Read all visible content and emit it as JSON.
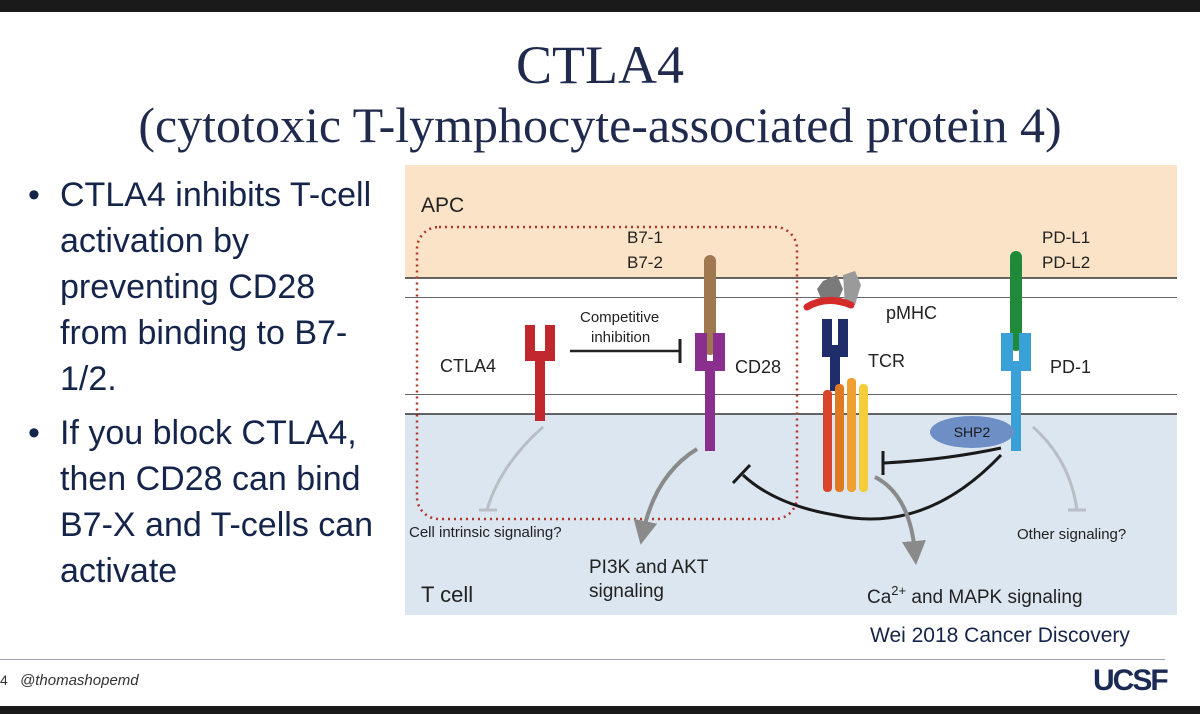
{
  "title": {
    "line1": "CTLA4",
    "line2": "(cytotoxic T-lymphocyte-associated protein 4)"
  },
  "bullets": [
    {
      "symbol": "•",
      "text": "CTLA4 inhibits T-cell activation by preventing CD28 from binding to B7-1/2."
    },
    {
      "symbol": "•",
      "text": "If you block CTLA4, then CD28 can bind B7-X and T-cells can activate"
    }
  ],
  "diagram": {
    "apc_label": "APC",
    "tcell_label": "T cell",
    "b7_line1": "B7-1",
    "b7_line2": "B7-2",
    "pdl_line1": "PD-L1",
    "pdl_line2": "PD-L2",
    "competitive_line1": "Competitive",
    "competitive_line2": "inhibition",
    "ctla4": "CTLA4",
    "cd28": "CD28",
    "pmhc": "pMHC",
    "tcr": "TCR",
    "pd1": "PD-1",
    "shp2": "SHP2",
    "cell_intrinsic": "Cell intrinsic signaling?",
    "pi3k_line1": "PI3K and AKT",
    "pi3k_line2": "signaling",
    "ca_base": "Ca",
    "ca_sup": "2+",
    "ca_rest": " and MAPK signaling",
    "other_signaling": "Other signaling?",
    "colors": {
      "apc_bg": "#fbe3c7",
      "tcell_bg": "#dbe6f0",
      "ctla4": "#c0282d",
      "cd28": "#8b2f8f",
      "b7": "#a07850",
      "tcr": "#1f2d6b",
      "pd1": "#3aa0d8",
      "pdl": "#1f8a3a",
      "shp2": "#6e8fc6",
      "dotted_box": "#b5352a"
    }
  },
  "citation": "Wei 2018 Cancer Discovery",
  "footer": {
    "page": "4",
    "handle": "@thomashopemd",
    "logo": "UCSF"
  }
}
